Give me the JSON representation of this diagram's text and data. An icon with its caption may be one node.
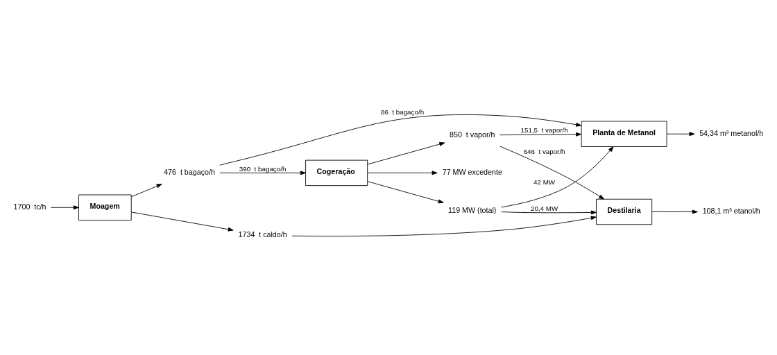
{
  "diagram": {
    "nodes": [
      {
        "text": [
          "1700  tc/h"
        ]
      },
      {
        "text": [
          "Moagem"
        ]
      },
      {
        "text": [
          "1734  t caldo/h"
        ]
      },
      {
        "text": [
          "476  t bagaço/h"
        ]
      },
      {
        "text": [
          "Cogeração"
        ]
      },
      {
        "text": [
          "Planta de Metanol"
        ]
      },
      {
        "text": [
          "Destilaria"
        ]
      },
      {
        "text": [
          "77 MW excedente"
        ]
      },
      {
        "text": [
          "850  t vapor/h"
        ]
      },
      {
        "text": [
          "119 MW (total)"
        ]
      },
      {
        "text": [
          "54,34 m³ metanol/h"
        ]
      },
      {
        "text": [
          "108,1 m³ etanol/h"
        ]
      }
    ],
    "edges": [
      {
        "from": 0,
        "to": 1,
        "arrow": "to"
      },
      {
        "from": 1,
        "to": 2,
        "arrow": "to"
      },
      {
        "from": 1,
        "to": 3,
        "arrow": "to"
      },
      {
        "from": 2,
        "to": 6,
        "arrow": "to"
      },
      {
        "from": 3,
        "to": 4,
        "arrow": "to",
        "label": "390  t bagaço/h"
      },
      {
        "from": 3,
        "to": 5,
        "arrow": "to",
        "label": "86  t bagaço/h"
      },
      {
        "from": 4,
        "to": 7,
        "arrow": "to"
      },
      {
        "from": 4,
        "to": 8,
        "arrow": "to"
      },
      {
        "from": 4,
        "to": 9,
        "arrow": "to"
      },
      {
        "from": 8,
        "to": 5,
        "arrow": "to",
        "label": "151,5  t vapor/h"
      },
      {
        "from": 9,
        "to": 5,
        "arrow": "to",
        "label": "42 MW"
      },
      {
        "from": 9,
        "to": 6,
        "arrow": "to",
        "label": "20,4 MW"
      },
      {
        "from": 8,
        "to": 6,
        "arrow": "to",
        "label": "646  t vapor/h"
      },
      {
        "from": 5,
        "to": 10,
        "arrow": "to"
      },
      {
        "from": 6,
        "to": 11,
        "arrow": "to"
      }
    ]
  }
}
